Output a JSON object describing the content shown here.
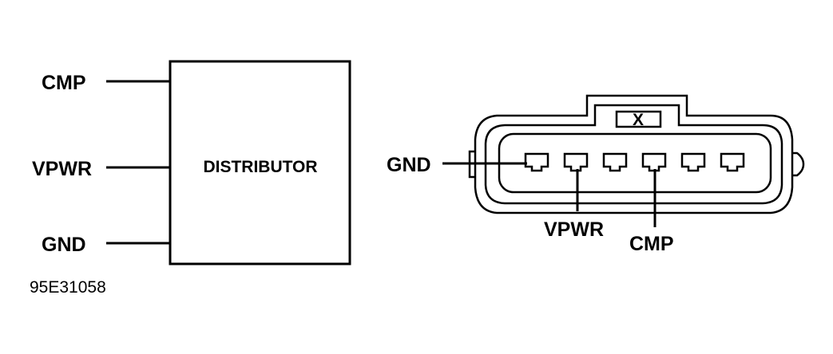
{
  "left": {
    "box_label": "DISTRIBUTOR",
    "wires": [
      "CMP",
      "VPWR",
      "GND"
    ]
  },
  "connector": {
    "marker": "X",
    "gnd_label": "GND",
    "vpwr_label": "VPWR",
    "cmp_label": "CMP",
    "pin_count": 6
  },
  "figure_code": "95E31058",
  "colors": {
    "ink": "#000000",
    "background": "#ffffff"
  }
}
